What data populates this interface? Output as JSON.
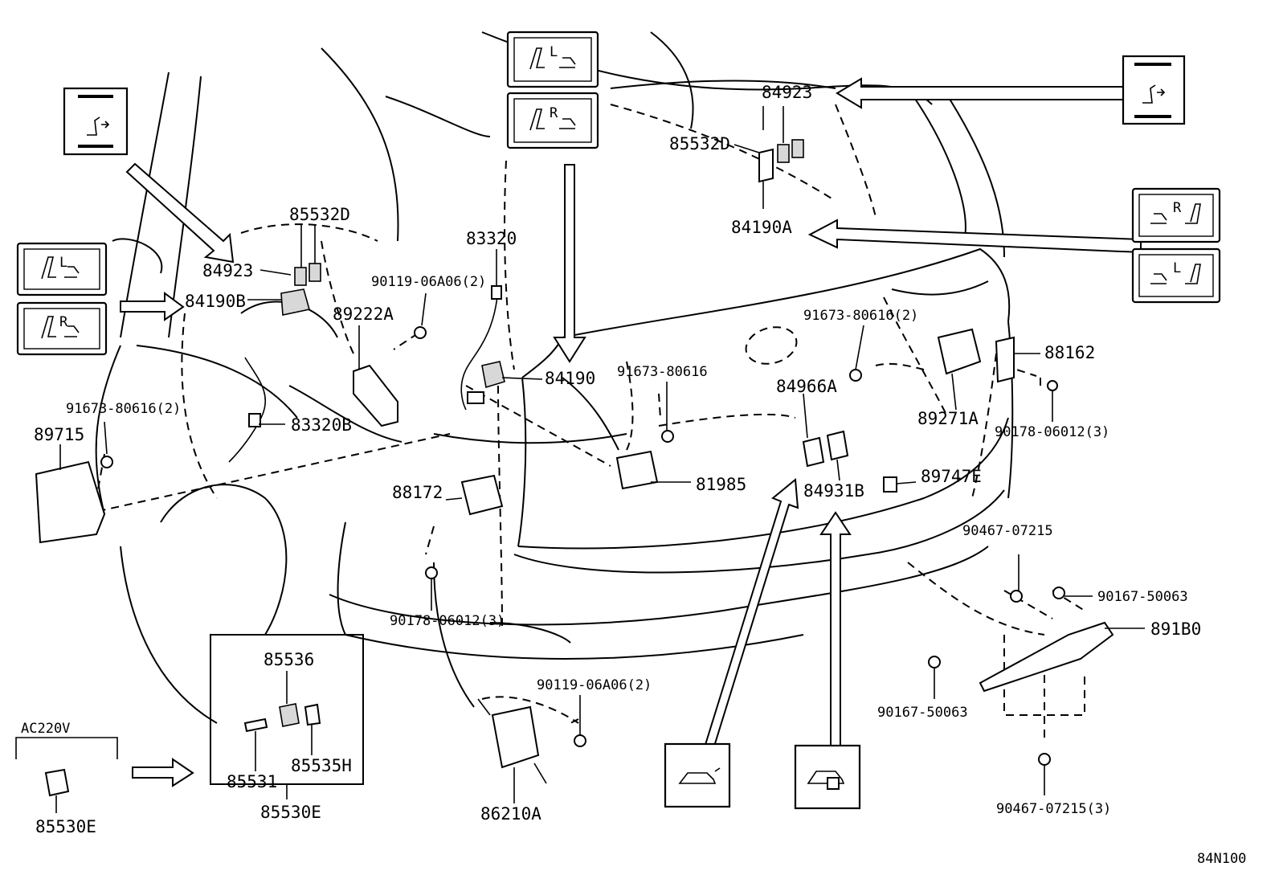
{
  "diagram": {
    "drawing_code": "84N100",
    "part_labels": {
      "p84923_top": "84923",
      "p85532D_top": "85532D",
      "p84190A": "84190A",
      "p85532D_left": "85532D",
      "p84923_left": "84923",
      "p84190B": "84190B",
      "p89222A": "89222A",
      "p83320": "83320",
      "p90119_top": "90119-06A06(2)",
      "p84190": "84190",
      "p91673_mid": "91673-80616",
      "p91673_right": "91673-80616(2)",
      "p89271A": "89271A",
      "p88162": "88162",
      "p90178_right": "90178-06012(3)",
      "p84966A": "84966A",
      "p84931B": "84931B",
      "p89747E": "89747E",
      "p91673_left": "91673-80616(2)",
      "p89715": "89715",
      "p83320B": "83320B",
      "p88172": "88172",
      "p81985": "81985",
      "p90178_mid": "90178-06012(3)",
      "p90467_top": "90467-07215",
      "p90167_right": "90167-50063",
      "p891B0": "891B0",
      "p90167_left": "90167-50063",
      "p90467_bottom": "90467-07215(3)",
      "p90119_bottom": "90119-06A06(2)",
      "p86210A": "86210A",
      "p85536": "85536",
      "p85531": "85531",
      "p85535H": "85535H",
      "p85530E_box": "85530E",
      "p85530E_left": "85530E",
      "ac220v": "AC220V"
    },
    "switch_letters": {
      "L": "L",
      "R": "R"
    }
  }
}
